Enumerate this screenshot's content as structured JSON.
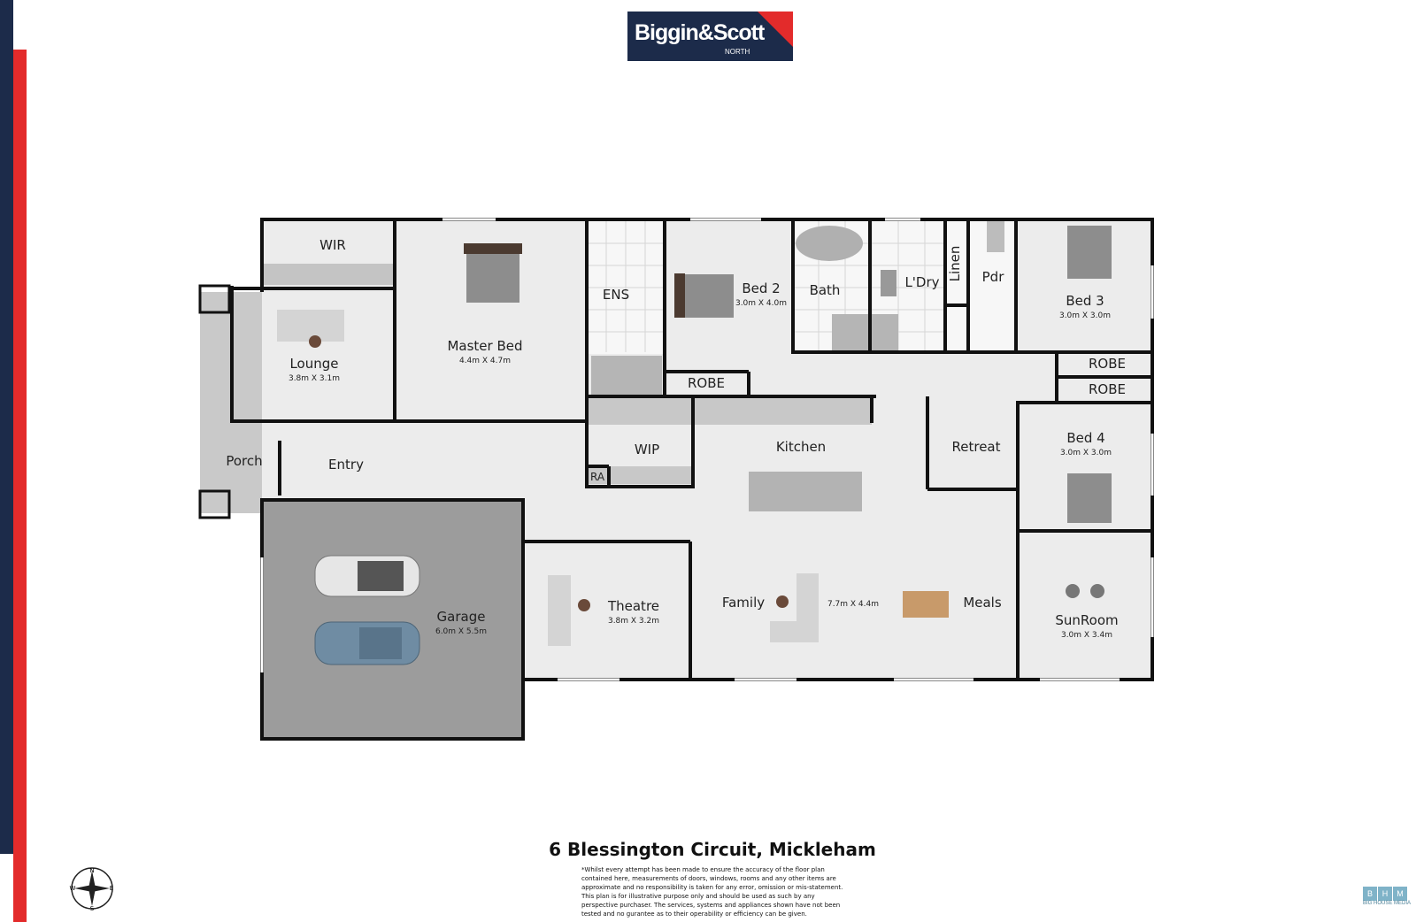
{
  "brand": {
    "logo_text": "Biggin&Scott",
    "logo_sub": "NORTH",
    "navy": "#1c2b4a",
    "red": "#e32b2b"
  },
  "rooms": [
    {
      "id": "wir",
      "label": "WIR",
      "dim": ""
    },
    {
      "id": "master",
      "label": "Master Bed",
      "dim": "4.4m X 4.7m"
    },
    {
      "id": "ens",
      "label": "ENS",
      "dim": ""
    },
    {
      "id": "bed2",
      "label": "Bed 2",
      "dim": "3.0m X 4.0m"
    },
    {
      "id": "bath",
      "label": "Bath",
      "dim": ""
    },
    {
      "id": "ldry",
      "label": "L'Dry",
      "dim": ""
    },
    {
      "id": "linen",
      "label": "Linen",
      "dim": ""
    },
    {
      "id": "pdr",
      "label": "Pdr",
      "dim": ""
    },
    {
      "id": "bed3",
      "label": "Bed 3",
      "dim": "3.0m X 3.0m"
    },
    {
      "id": "lounge",
      "label": "Lounge",
      "dim": "3.8m X 3.1m"
    },
    {
      "id": "robe1",
      "label": "ROBE",
      "dim": ""
    },
    {
      "id": "robe2",
      "label": "ROBE",
      "dim": ""
    },
    {
      "id": "robe3",
      "label": "ROBE",
      "dim": ""
    },
    {
      "id": "porch",
      "label": "Porch",
      "dim": ""
    },
    {
      "id": "entry",
      "label": "Entry",
      "dim": ""
    },
    {
      "id": "wip",
      "label": "WIP",
      "dim": ""
    },
    {
      "id": "ra",
      "label": "RA",
      "dim": ""
    },
    {
      "id": "kitchen",
      "label": "Kitchen",
      "dim": ""
    },
    {
      "id": "retreat",
      "label": "Retreat",
      "dim": ""
    },
    {
      "id": "bed4",
      "label": "Bed 4",
      "dim": "3.0m X 3.0m"
    },
    {
      "id": "garage",
      "label": "Garage",
      "dim": "6.0m X 5.5m"
    },
    {
      "id": "theatre",
      "label": "Theatre",
      "dim": "3.8m X 3.2m"
    },
    {
      "id": "family",
      "label": "Family",
      "dim": ""
    },
    {
      "id": "familydim",
      "label": "",
      "dim": "7.7m X 4.4m"
    },
    {
      "id": "meals",
      "label": "Meals",
      "dim": ""
    },
    {
      "id": "sunroom",
      "label": "SunRoom",
      "dim": "3.0m X 3.4m"
    }
  ],
  "address": "6 Blessington Circuit, Mickleham",
  "disclaimer": "*Whilst every attempt has been made to ensure the accuracy of the floor plan contained here, measurements of doors, windows, rooms and any other items are approximate and no responsibility is taken for any error, omission or mis-statement. This plan is for illustrative purpose only and should be used as such by any perspective purchaser. The services, systems and appliances shown have not been tested and no gurantee as to their operability or efficiency can be given.",
  "watermark": {
    "letters": [
      "B",
      "H",
      "M"
    ],
    "caption": "BIG HOUSE MEDIA"
  },
  "compass": {
    "letters": [
      "N",
      "E",
      "S",
      "W"
    ]
  }
}
